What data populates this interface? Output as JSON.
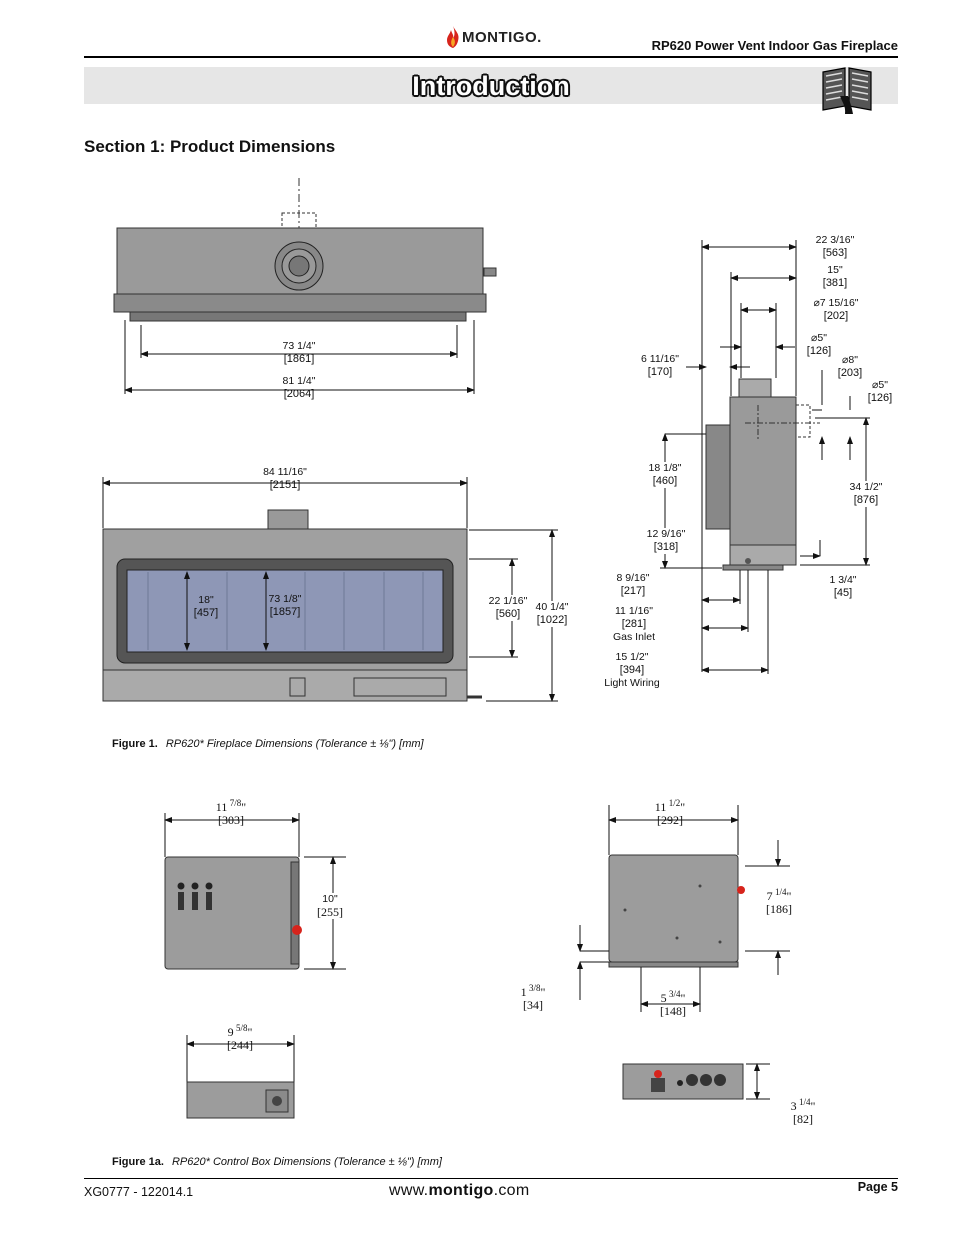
{
  "header": {
    "brand": "MONTIGO.",
    "doc_title": "RP620 Power Vent Indoor Gas Fireplace",
    "banner_title": "Introduction",
    "banner_icon": "open-manual-icon"
  },
  "section_heading": "Section 1: Product Dimensions",
  "figure1": {
    "caption_label": "Figure 1.",
    "caption_text": "RP620* Fireplace Dimensions (Tolerance ± ⅛\") [mm]",
    "top_view": {
      "inner_in": "73 1/4\"",
      "inner_mm": "1861",
      "outer_in": "81 1/4\"",
      "outer_mm": "2064"
    },
    "front_view": {
      "width_in": "84 11/16\"",
      "width_mm": "2151",
      "glass_h_in": "18\"",
      "glass_h_mm": "457",
      "glass_w_in": "73 1/8\"",
      "glass_w_mm": "1857",
      "opening_h_in": "22 1/16\"",
      "opening_h_mm": "560",
      "height_in": "40 1/4\"",
      "height_mm": "1022"
    },
    "side_view": {
      "d1_in": "22 3/16\"",
      "d1_mm": "563",
      "d2_in": "15\"",
      "d2_mm": "381",
      "d3_in": "⌀7 15/16\"",
      "d3_mm": "202",
      "d4_in": "⌀5\"",
      "d4_mm": "126",
      "d5_in": "⌀8\"",
      "d5_mm": "203",
      "d6_in": "⌀5\"",
      "d6_mm": "126",
      "d7_in": "6 11/16\"",
      "d7_mm": "170",
      "d8_in": "18 1/8\"",
      "d8_mm": "460",
      "d9_in": "34 1/2\"",
      "d9_mm": "876",
      "d10_in": "12 9/16\"",
      "d10_mm": "318",
      "d11_in": "8 9/16\"",
      "d11_mm": "217",
      "d12_in": "1 3/4\"",
      "d12_mm": "45",
      "d13_in": "11 1/16\"",
      "d13_mm": "281",
      "d13_note": "Gas Inlet",
      "d14_in": "15 1/2\"",
      "d14_mm": "394",
      "d14_note": "Light Wiring"
    }
  },
  "figure1a": {
    "caption_label": "Figure 1a.",
    "caption_text": "RP620* Control Box Dimensions (Tolerance ± ⅛\") [mm]",
    "cb_front": {
      "w_whole": "11",
      "w_num": "7",
      "w_den": "8",
      "w_mm": "303",
      "h_in": "10\"",
      "h_mm": "255"
    },
    "cb_top": {
      "w_whole": "9",
      "w_num": "5",
      "w_den": "8",
      "w_mm": "244"
    },
    "cb_back": {
      "w_whole": "11",
      "w_num": "1",
      "w_den": "2",
      "w_mm": "292",
      "h_whole": "7",
      "h_num": "1",
      "h_den": "4",
      "h_mm": "186",
      "l_whole": "1",
      "l_num": "3",
      "l_den": "8",
      "l_mm": "34",
      "b_whole": "5",
      "b_num": "3",
      "b_den": "4",
      "b_mm": "148"
    },
    "cb_side": {
      "h_whole": "3",
      "h_num": "1",
      "h_den": "4",
      "h_mm": "82"
    }
  },
  "footer": {
    "doc_code": "XG0777 - 122014.1",
    "website_prefix": "www.",
    "website_brand": "montigo",
    "website_suffix": ".com",
    "page": "Page 5"
  },
  "colors": {
    "unit_fill": "#9a9a9a",
    "unit_dark": "#7d7d7d",
    "glass": "#8e97b6",
    "accent_red": "#d7241c"
  }
}
